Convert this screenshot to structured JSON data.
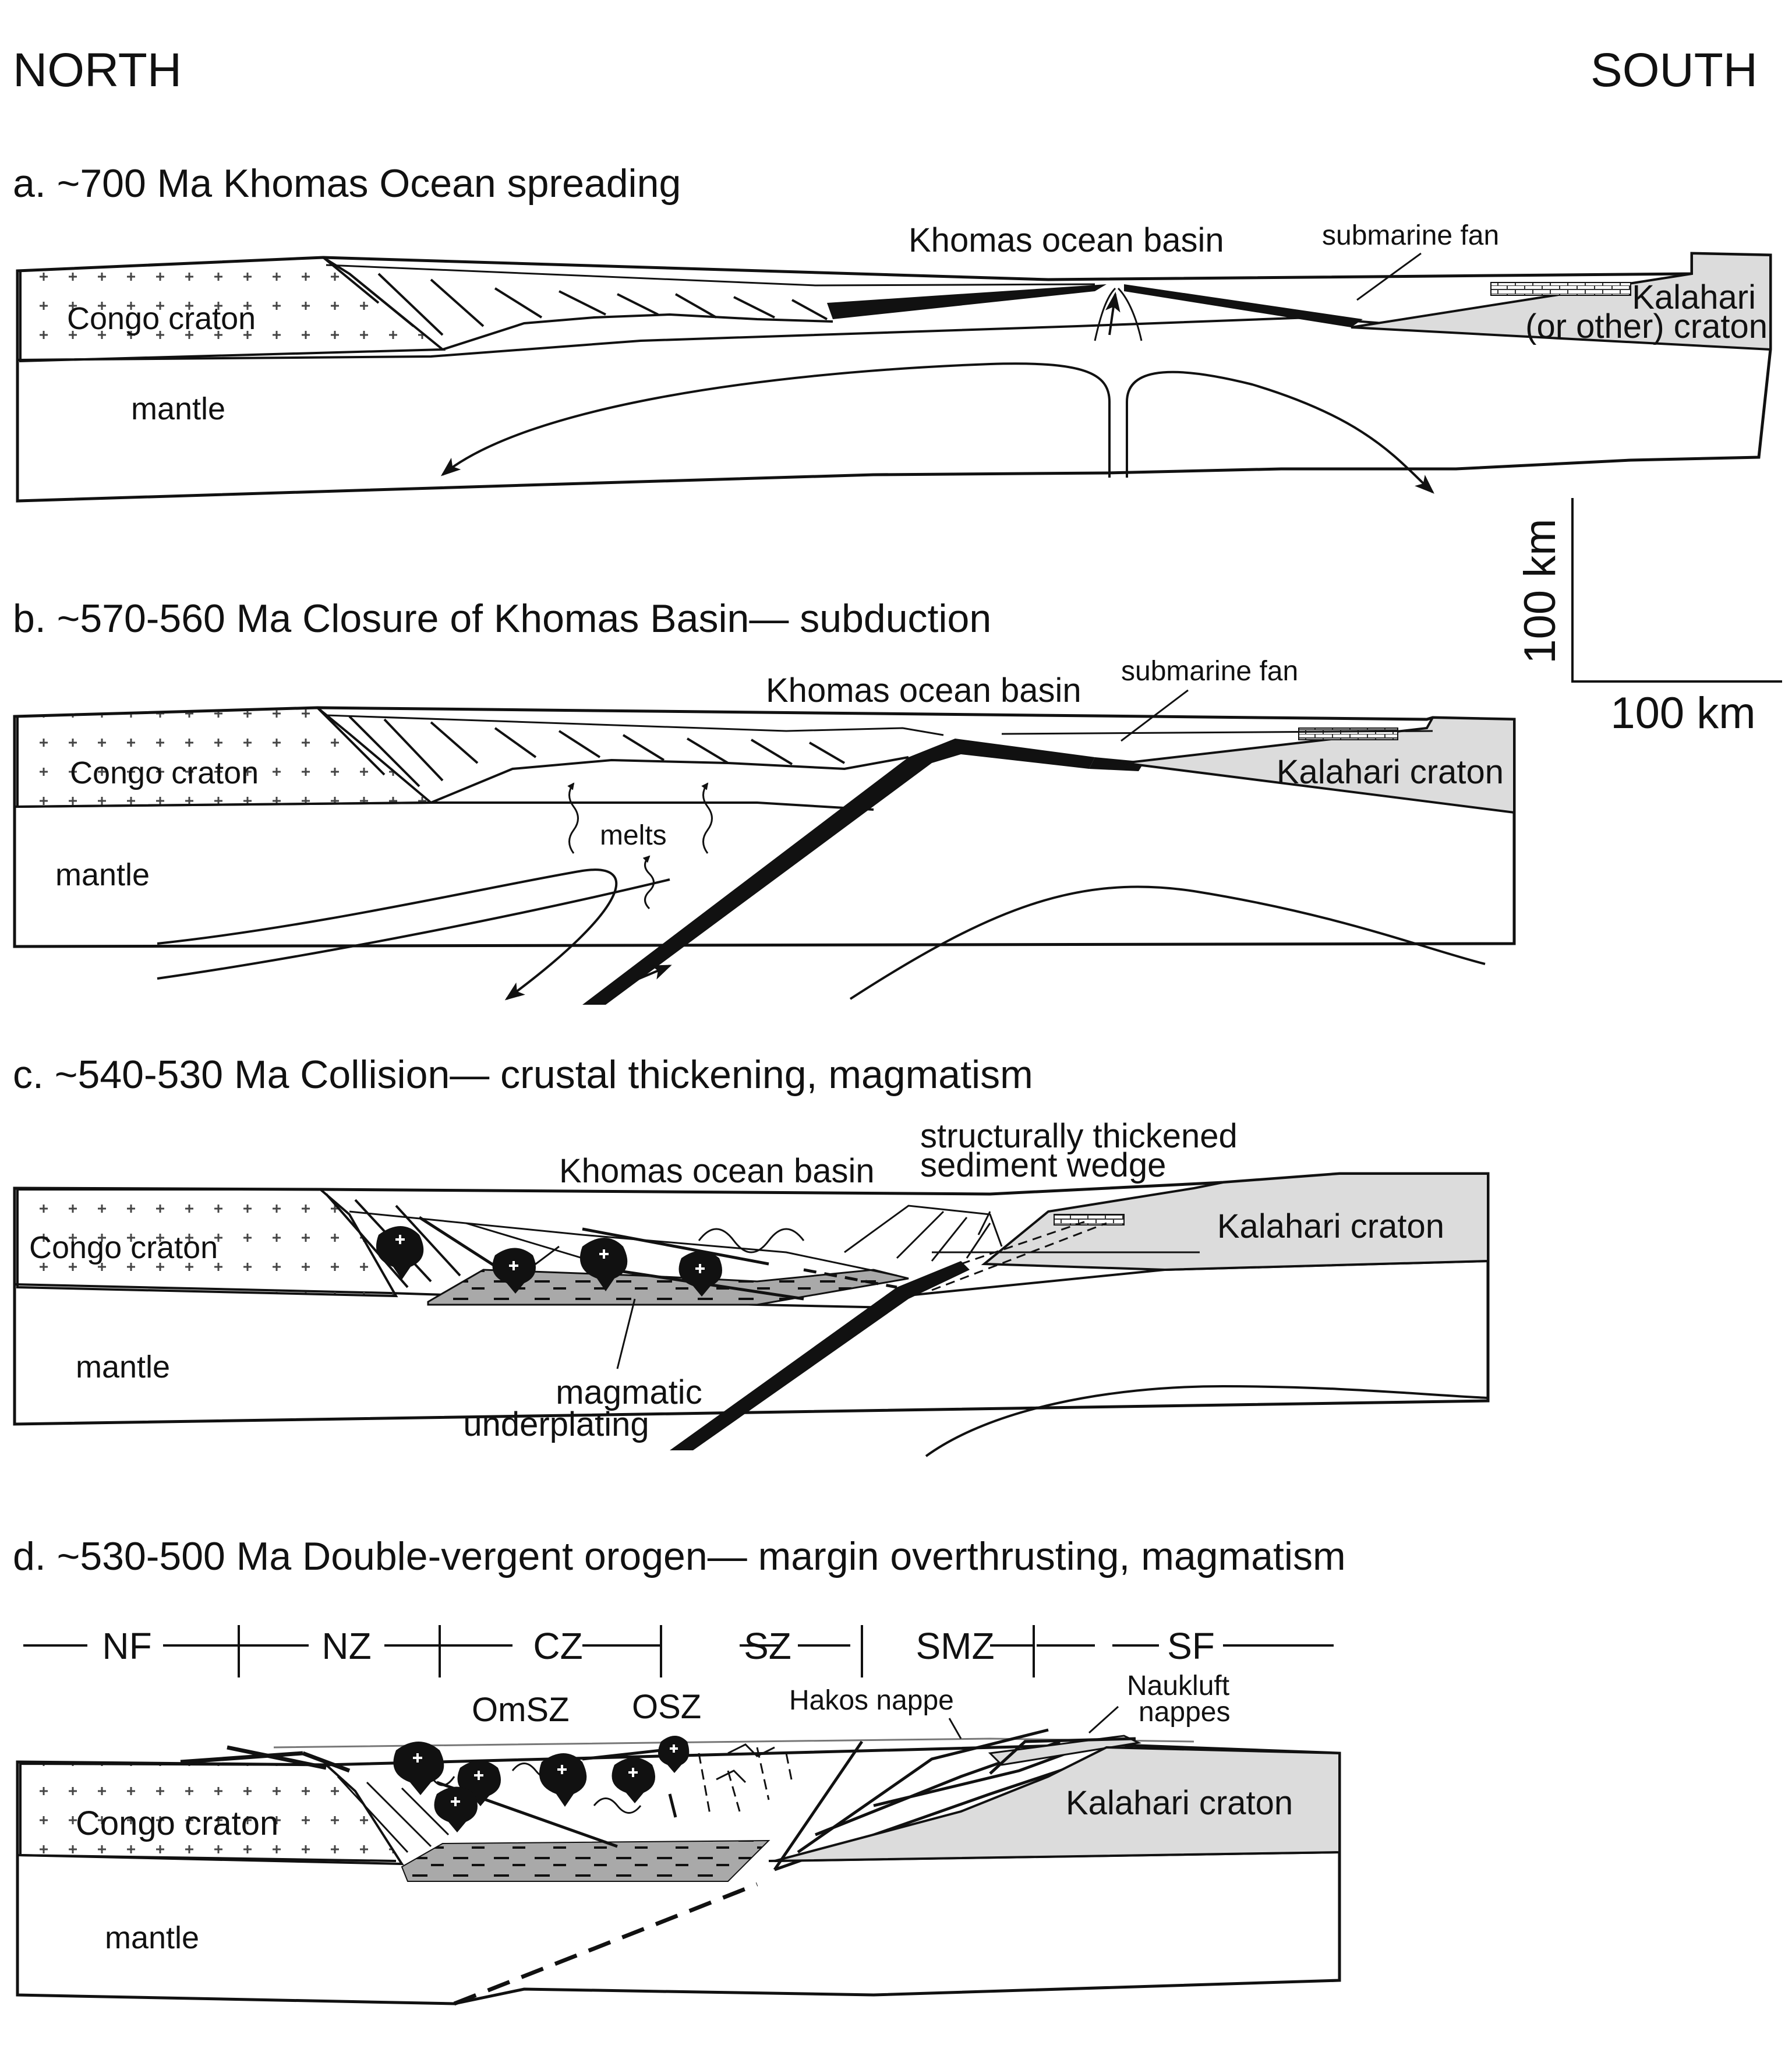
{
  "header": {
    "north": "NORTH",
    "south": "SOUTH"
  },
  "panels": {
    "a": {
      "title": "a.  ~700 Ma Khomas Ocean spreading",
      "congo": "Congo craton",
      "mantle": "mantle",
      "basin": "Khomas ocean basin",
      "fan": "submarine fan",
      "kalahari1": "Kalahari",
      "kalahari2": "(or other) craton"
    },
    "b": {
      "title": "b.  ~570-560 Ma Closure of Khomas Basin— subduction",
      "congo": "Congo craton",
      "mantle": "mantle",
      "melts": "melts",
      "basin": "Khomas ocean basin",
      "fan": "submarine fan",
      "kalahari": "Kalahari craton"
    },
    "c": {
      "title": "c.  ~540-530 Ma Collision— crustal thickening, magmatism",
      "congo": "Congo craton",
      "mantle": "mantle",
      "basin": "Khomas ocean basin",
      "wedge1": "structurally thickened",
      "wedge2": "sediment wedge",
      "kalahari": "Kalahari craton",
      "under1": "magmatic",
      "under2": "underplating"
    },
    "d": {
      "title": "d.  ~530-500 Ma Double-vergent orogen— margin overthrusting, magmatism",
      "zones": [
        "NF",
        "NZ",
        "CZ",
        "SZ",
        "SMZ",
        "SF"
      ],
      "omsz": "OmSZ",
      "osz": "OSZ",
      "hakos": "Hakos nappe",
      "naukluft1": "Naukluft",
      "naukluft2": "nappes",
      "congo": "Congo craton",
      "kalahari": "Kalahari craton",
      "mantle": "mantle"
    }
  },
  "scale": {
    "vertical": "100 km",
    "horizontal": "100 km"
  },
  "colors": {
    "line": "#111111",
    "craton_fill": "#dcdcdc",
    "underplating_fill": "#a9a9a9",
    "paper": "#ffffff"
  }
}
